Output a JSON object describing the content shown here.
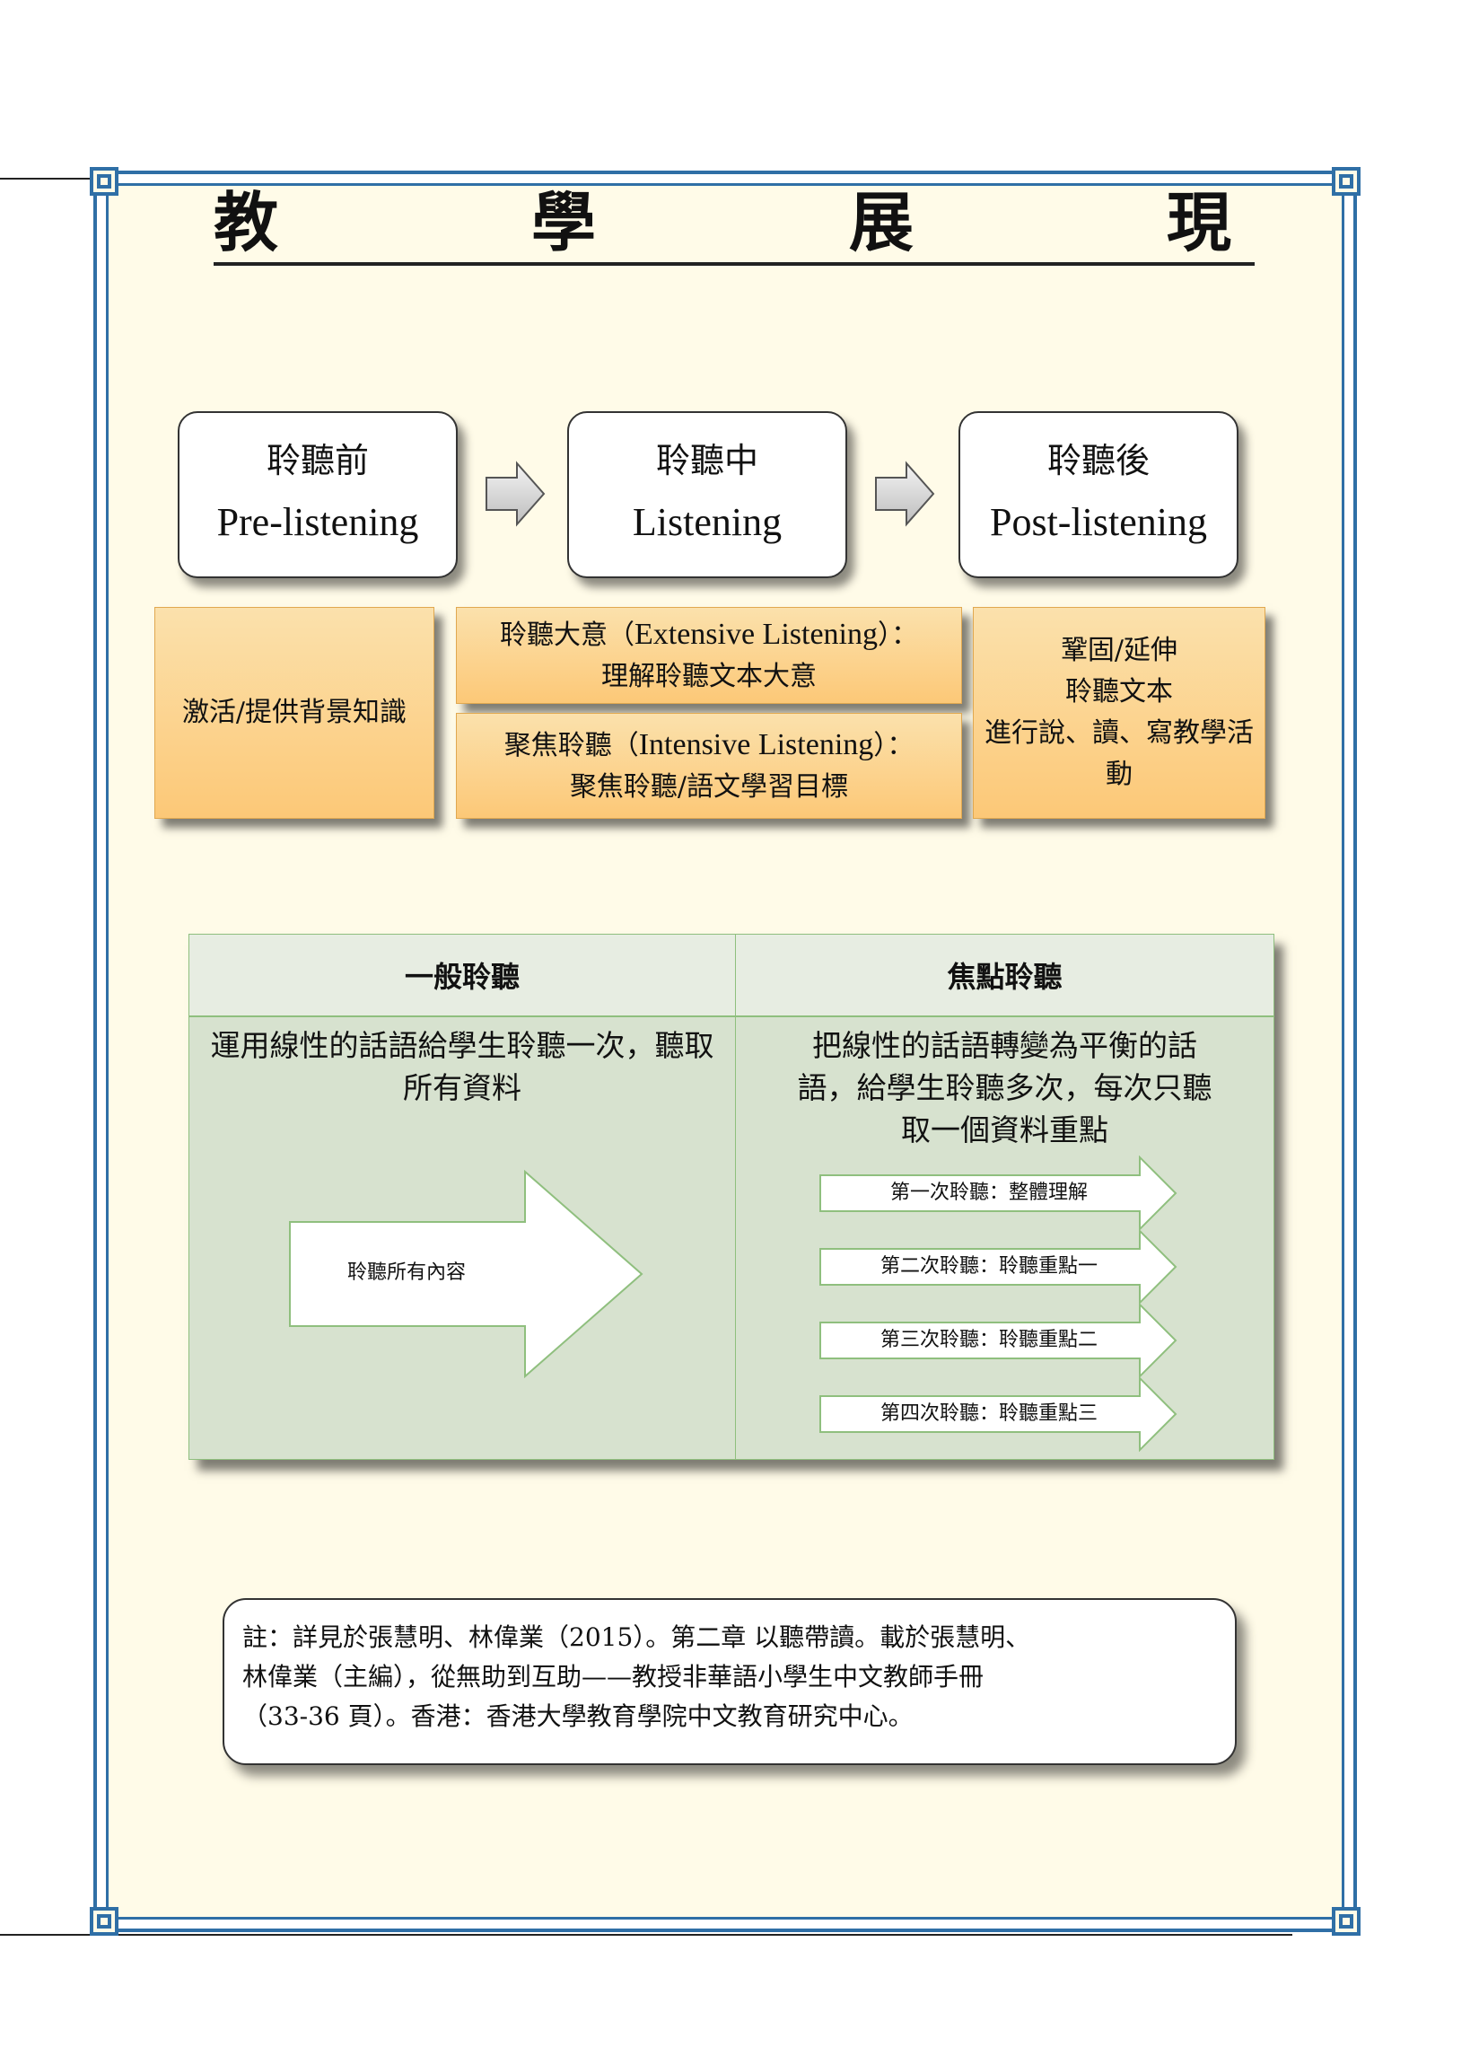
{
  "title": [
    "教",
    "學",
    "展",
    "現"
  ],
  "stages": [
    {
      "zh": "聆聽前",
      "en": "Pre-listening"
    },
    {
      "zh": "聆聽中",
      "en": "Listening"
    },
    {
      "zh": "聆聽後",
      "en": "Post-listening"
    }
  ],
  "boxes": {
    "pre": "激活/提供背景知識",
    "extensive_zh": "聆聽大意",
    "extensive_en": "Extensive Listening",
    "extensive_desc": "理解聆聽文本大意",
    "intensive_zh": "聚焦聆聽",
    "intensive_en": "Intensive Listening",
    "intensive_desc": "聚焦聆聽/語文學習目標",
    "post_line1": "鞏固/延伸",
    "post_line2": "聆聽文本",
    "post_line3": "進行說、讀、寫教學活動"
  },
  "table": {
    "col1_header": "一般聆聽",
    "col2_header": "焦點聆聽",
    "col1_text": "運用線性的話語給學生聆聽一次，聽取所有資料",
    "col2_text": "把線性的話語轉變為平衡的話語，給學生聆聽多次，每次只聽取一個資料重點",
    "big_arrow_label": "聆聽所有內容",
    "sequence": [
      "第一次聆聽：整體理解",
      "第二次聆聽：聆聽重點一",
      "第三次聆聽：聆聽重點二",
      "第四次聆聽：聆聽重點三"
    ]
  },
  "note": {
    "line1": "註：詳見於張慧明、林偉業（2015）。第二章 以聽帶讀。載於張慧明、",
    "line2": "林偉業（主編），從無助到互助——教授非華語小學生中文教師手冊",
    "line3": "（33-36 頁）。香港：香港大學教育學院中文教育研究中心。"
  }
}
